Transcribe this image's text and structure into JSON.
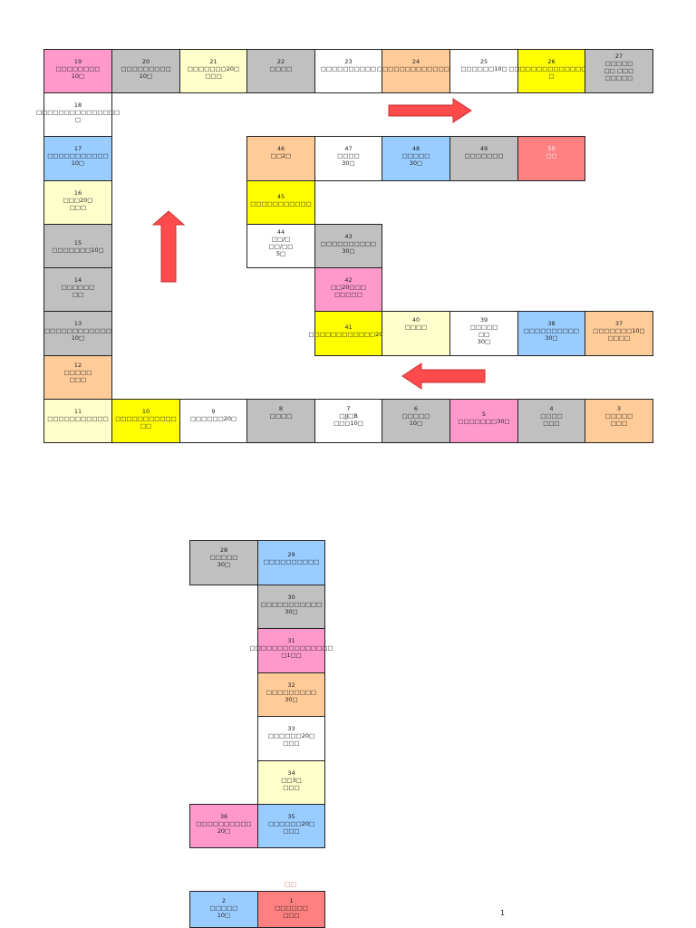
{
  "colors": {
    "pink": "#ff99cc",
    "gray": "#c0c0c0",
    "lightyellow": "#ffffcc",
    "white": "#ffffff",
    "peach": "#ffcc99",
    "yellow": "#ffff00",
    "blue": "#99ccff",
    "red": "#ff8080",
    "arrow": "#ff4b4b"
  },
  "squares": [
    {
      "n": "1",
      "text": "□□□□□□\n□□□",
      "color": "red"
    },
    {
      "n": "2",
      "text": "□□□□□\n10□",
      "color": "blue"
    },
    {
      "n": "3",
      "text": "□□□□□\n□□□",
      "color": "peach"
    },
    {
      "n": "4",
      "text": "□□□□\n□□□",
      "color": "gray"
    },
    {
      "n": "5",
      "text": "□□□□□□□30□",
      "color": "pink"
    },
    {
      "n": "6",
      "text": "□□□□□\n10□",
      "color": "gray"
    },
    {
      "n": "7",
      "text": "□JJ□B\n□□□10□",
      "color": "white"
    },
    {
      "n": "8",
      "text": "□□□□",
      "color": "gray"
    },
    {
      "n": "9",
      "text": "□□□□□□20□",
      "color": "white"
    },
    {
      "n": "10",
      "text": "□□□□□□□□□□□\n□□",
      "color": "yellow"
    },
    {
      "n": "11",
      "text": "□□□□□□□□□□□",
      "color": "lightyellow"
    },
    {
      "n": "12",
      "text": "□□□□□\n□□□",
      "color": "peach"
    },
    {
      "n": "13",
      "text": "□□□□□□□□□□□□\n10□",
      "color": "gray"
    },
    {
      "n": "14",
      "text": "□□□□□□\n□□",
      "color": "gray"
    },
    {
      "n": "15",
      "text": "□□□□□□□10□",
      "color": "gray"
    },
    {
      "n": "16",
      "text": "□□□20□\n□□□",
      "color": "lightyellow"
    },
    {
      "n": "17",
      "text": "□□□□□□□□□□□\n10□",
      "color": "blue"
    },
    {
      "n": "18",
      "text": "□□□□□□□□□□□□□□□\n□",
      "color": "white"
    },
    {
      "n": "19",
      "text": "□□□□□□□□\n10□",
      "color": "pink"
    },
    {
      "n": "20",
      "text": "□□□□□□□□□\n10□",
      "color": "gray"
    },
    {
      "n": "21",
      "text": "□□□□□□□20□\n□□□",
      "color": "lightyellow"
    },
    {
      "n": "22",
      "text": "□□□□",
      "color": "gray"
    },
    {
      "n": "23",
      "text": "□□□□□□□□□□",
      "color": "white"
    },
    {
      "n": "24",
      "text": "□□□□□□□□□□□□□□",
      "color": "peach"
    },
    {
      "n": "25",
      "text": "□□□□□□10□",
      "color": "white"
    },
    {
      "n": "26",
      "text": "□□□□□□□□□□□□□□30\n□",
      "color": "yellow"
    },
    {
      "n": "27",
      "text": "□□□□□\n□□ □□□\n□□□□□",
      "color": "gray"
    },
    {
      "n": "28",
      "text": "□□□□□\n30□",
      "color": "gray"
    },
    {
      "n": "29",
      "text": "□□□□□□□□□□",
      "color": "blue"
    },
    {
      "n": "30",
      "text": "□□□□□□□□□□□\n30□",
      "color": "gray"
    },
    {
      "n": "31",
      "text": "□□□□□□□□□□□□□□□\n□1□□",
      "color": "pink"
    },
    {
      "n": "32",
      "text": "□□□□□□□□□\n30□",
      "color": "peach"
    },
    {
      "n": "33",
      "text": "□□□□□□20□\n□□□",
      "color": "white"
    },
    {
      "n": "34",
      "text": "□□3□\n□□□",
      "color": "lightyellow"
    },
    {
      "n": "35",
      "text": "□□□□□□20□\n□□□",
      "color": "blue"
    },
    {
      "n": "36",
      "text": "□□□□□□□□□□\n20□",
      "color": "pink"
    },
    {
      "n": "37",
      "text": "□□□□□□□10□\n□□□□",
      "color": "peach"
    },
    {
      "n": "38",
      "text": "□□□□□□□□□□\n30□",
      "color": "blue"
    },
    {
      "n": "39",
      "text": "□□□□□\n□□\n30□",
      "color": "white"
    },
    {
      "n": "40",
      "text": "□□□□",
      "color": "lightyellow"
    },
    {
      "n": "41",
      "text": "□□□□□□□□□□□□20□",
      "color": "yellow"
    },
    {
      "n": "42",
      "text": "□□20□□□\n□□□□□",
      "color": "pink"
    },
    {
      "n": "43",
      "text": "□□□□□□□□□□\n30□",
      "color": "gray"
    },
    {
      "n": "44",
      "text": "□□/□\n□□/□□\n5□",
      "color": "white"
    },
    {
      "n": "45",
      "text": "□□□□□□□□□□□",
      "color": "yellow"
    },
    {
      "n": "46",
      "text": "□□2□",
      "color": "peach"
    },
    {
      "n": "47",
      "text": "□□□□\n30□",
      "color": "white"
    },
    {
      "n": "48",
      "text": "□□□□□\n30□",
      "color": "blue"
    },
    {
      "n": "49",
      "text": "□□□□□□□",
      "color": "gray"
    },
    {
      "n": "50",
      "text": "□□",
      "color": "red",
      "textColor": "#ffffff"
    }
  ],
  "start_label": "□□",
  "page_number": "1"
}
